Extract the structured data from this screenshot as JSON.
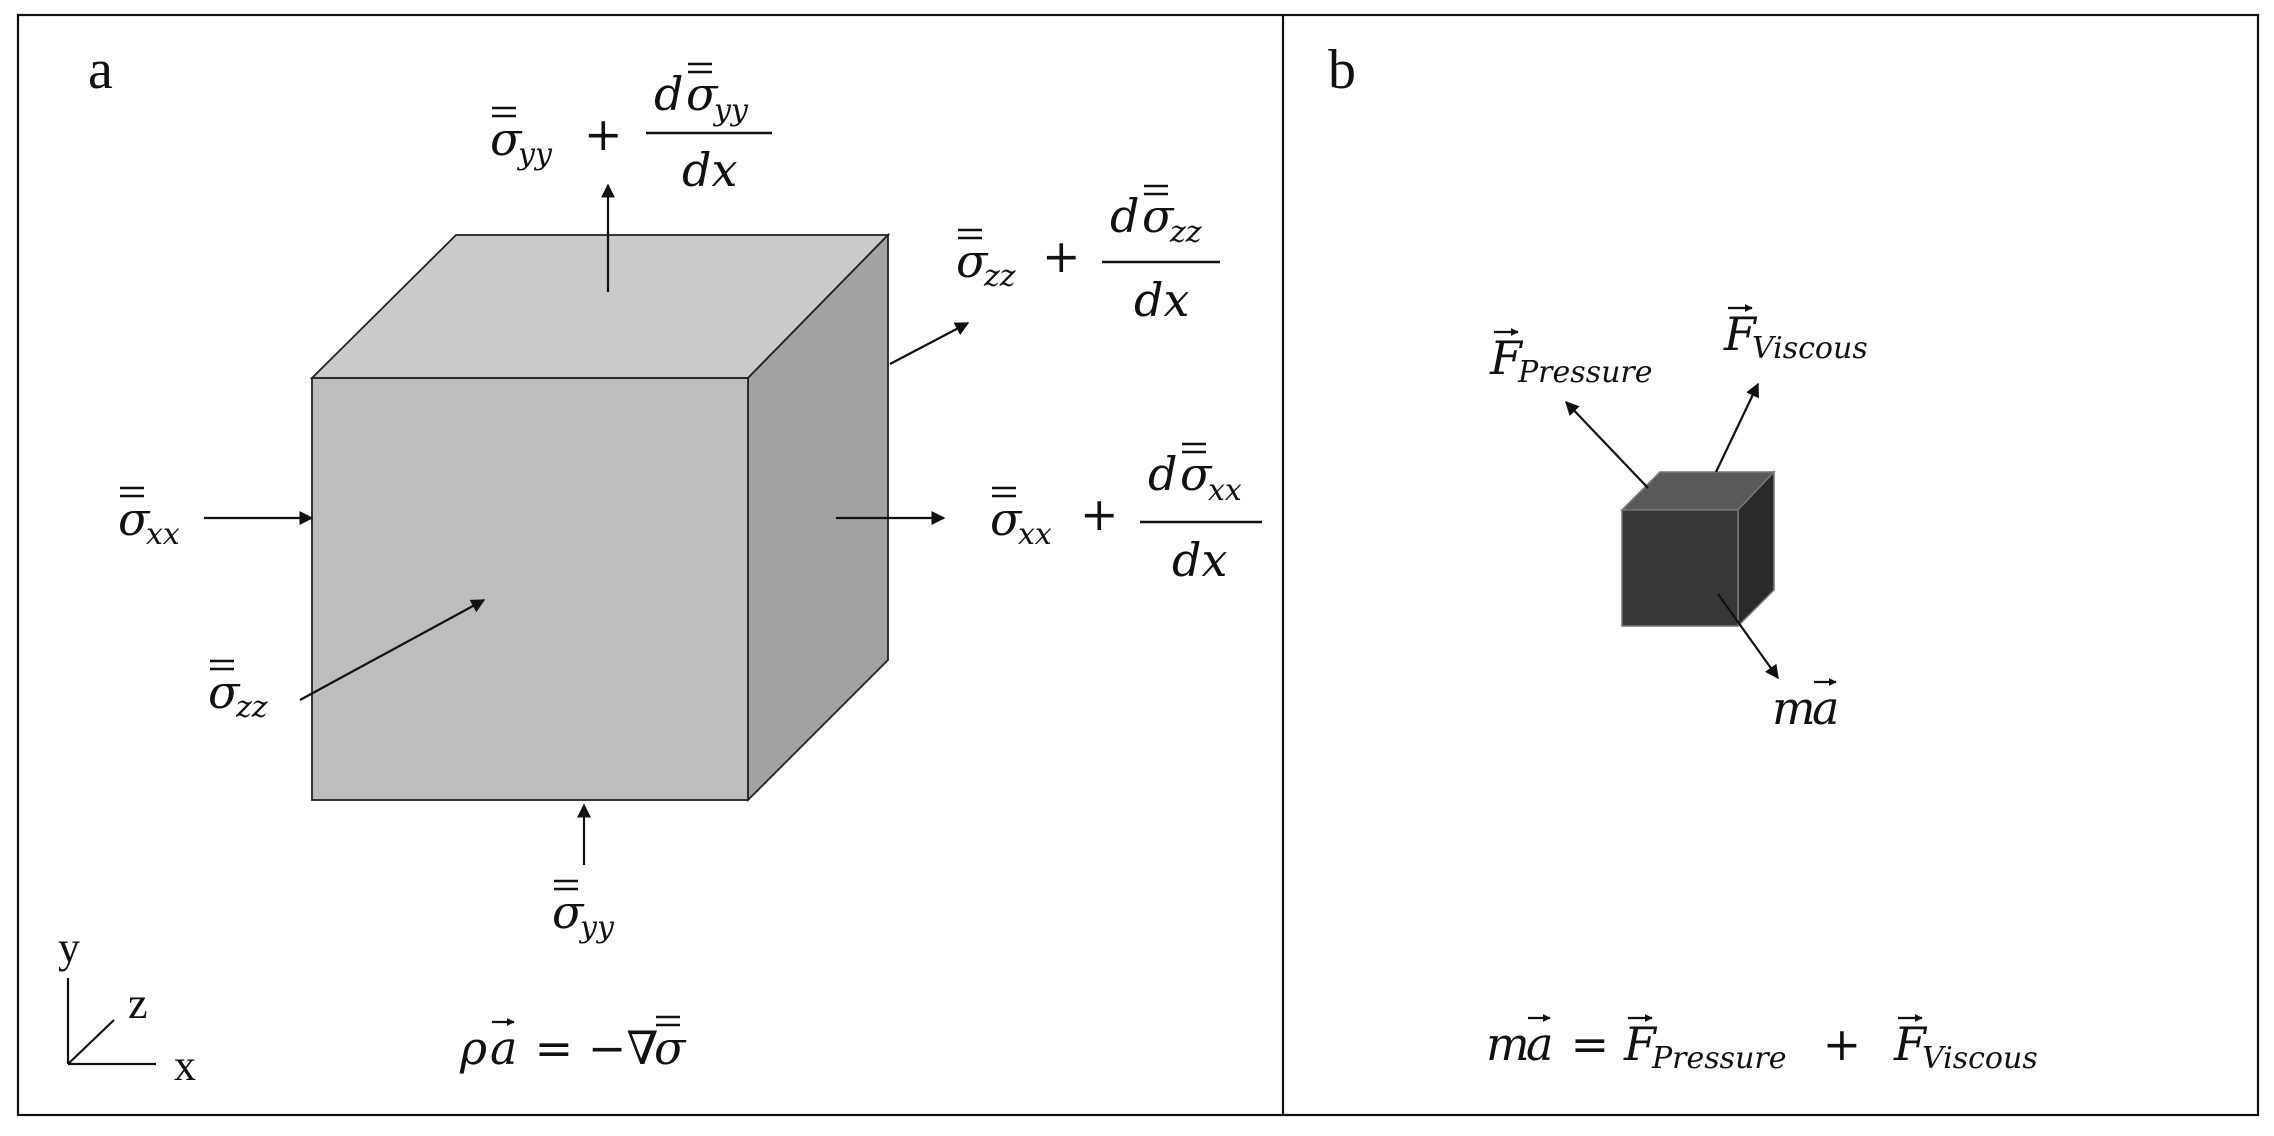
{
  "panels": {
    "a": {
      "letter": "a",
      "axes": {
        "y": "y",
        "z": "z",
        "x": "x"
      },
      "stress": {
        "sigma": "σ",
        "xx": "xx",
        "yy": "yy",
        "zz": "zz",
        "plus": "+",
        "d": "d",
        "dx": "dx"
      },
      "equation": {
        "rho": "ρ",
        "a": "a",
        "eq": " = −∇",
        "sigma": "σ"
      }
    },
    "b": {
      "letter": "b",
      "labels": {
        "F": "F",
        "pressure": "Pressure",
        "viscous": "Viscous",
        "m": "m",
        "a": "a"
      },
      "equation": {
        "m": "m",
        "a": "a",
        "eq": " = ",
        "F": "F",
        "pressure": "Pressure",
        "plus": " + ",
        "viscous": "Viscous"
      }
    }
  },
  "colors": {
    "cube_front": "#bdbdbd",
    "cube_top": "#cbcaca",
    "cube_side": "#a2a2a2",
    "small_front": "#373737",
    "small_top": "#5a5a5a",
    "small_side": "#2a2a2a"
  }
}
